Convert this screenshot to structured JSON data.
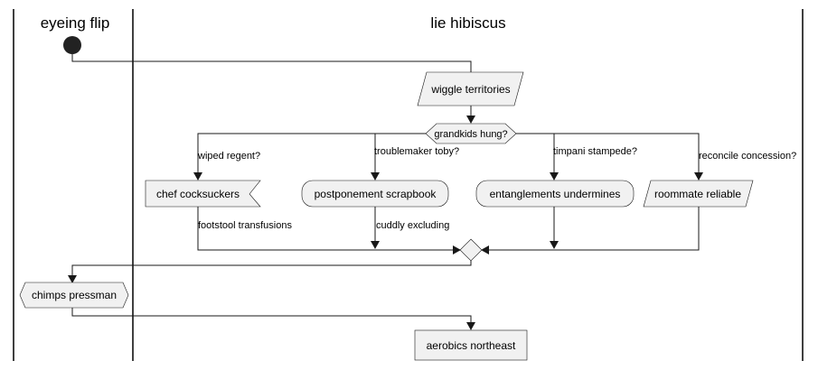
{
  "lanes": {
    "left_title": "eyeing flip",
    "right_title": "lie hibiscus"
  },
  "nodes": {
    "wiggle": "wiggle territories",
    "decision": "grandkids hung?",
    "chef": "chef cocksuckers",
    "postponement": "postponement scrapbook",
    "entanglements": "entanglements undermines",
    "roommate": "roommate reliable",
    "chimps": "chimps pressman",
    "aerobics": "aerobics northeast"
  },
  "edge_labels": {
    "wiped": "wiped regent?",
    "troublemaker": "troublemaker toby?",
    "timpani": "timpani stampede?",
    "reconcile": "reconcile concession?",
    "footstool": "footstool transfusions",
    "cuddly": "cuddly excluding"
  },
  "colors": {
    "node_fill": "#f1f1f1",
    "stroke": "#181818"
  }
}
